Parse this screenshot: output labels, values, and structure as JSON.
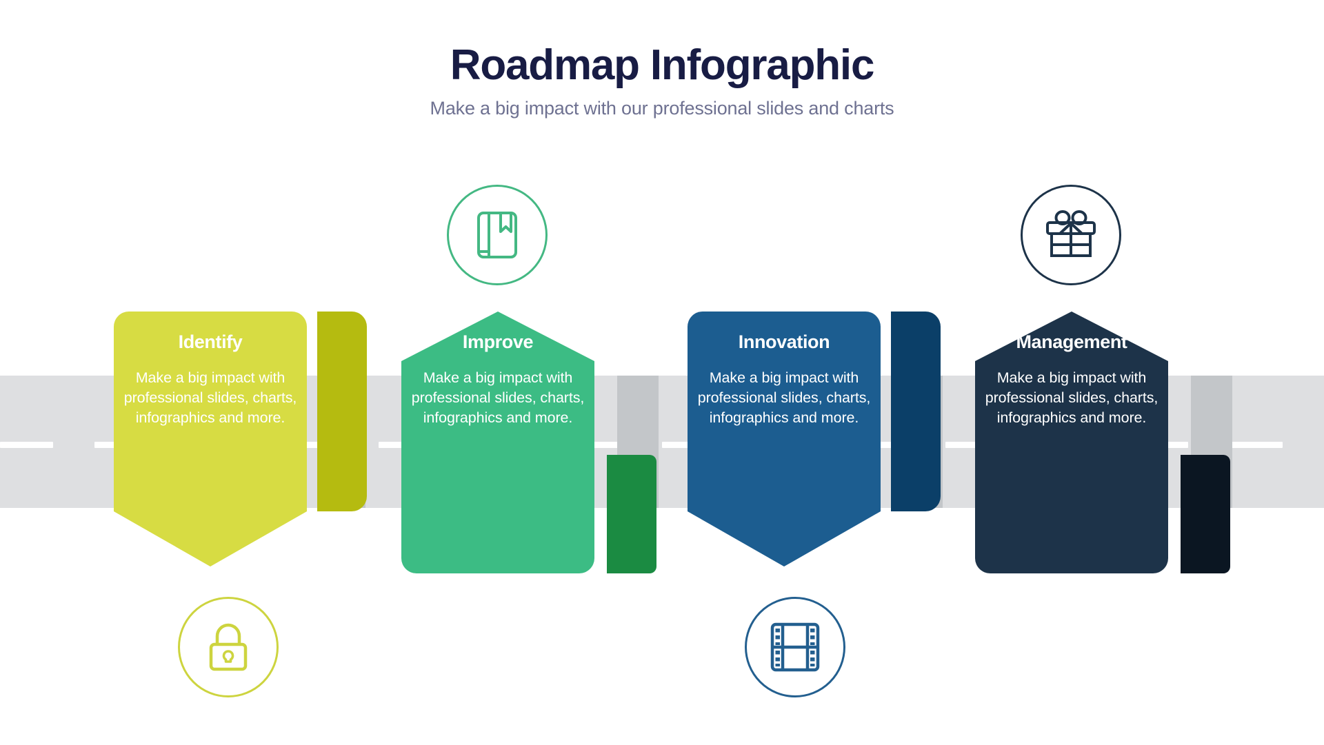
{
  "header": {
    "title": "Roadmap Infographic",
    "subtitle": "Make a big impact with our professional slides and charts"
  },
  "colors": {
    "title": "#181c44",
    "subtitle": "#6e7191",
    "background": "#ffffff",
    "road": "#dedfe1",
    "road_dash": "#ffffff",
    "road_shadow": "#c3c6c9"
  },
  "road": {
    "dash_count": 14,
    "dash_label": "center-line-dash"
  },
  "cards": [
    {
      "label": "Identify",
      "description": "Make a big impact with professional slides, charts, infographics and more.",
      "color": "#d7dc43",
      "shadow_color": "#b5bb10",
      "direction": "down",
      "icon": "lock-icon",
      "icon_position": "below",
      "icon_color": "#cdd43f"
    },
    {
      "label": "Improve",
      "description": "Make a big impact with professional slides, charts, infographics and more.",
      "color": "#3cbc84",
      "shadow_color": "#1b8b42",
      "direction": "up",
      "icon": "book-icon",
      "icon_position": "above",
      "icon_color": "#44b883"
    },
    {
      "label": "Innovation",
      "description": "Make a big impact with professional slides, charts, infographics and more.",
      "color": "#1c5d90",
      "shadow_color": "#0b3f68",
      "direction": "down",
      "icon": "film-icon",
      "icon_position": "below",
      "icon_color": "#235f8f"
    },
    {
      "label": "Management",
      "description": "Make a big impact with professional slides, charts, infographics and more.",
      "color": "#1d3purple",
      "shadow_color": "#0b1622",
      "direction": "up",
      "icon": "gift-icon",
      "icon_position": "above",
      "icon_color": "#1d3349"
    }
  ]
}
